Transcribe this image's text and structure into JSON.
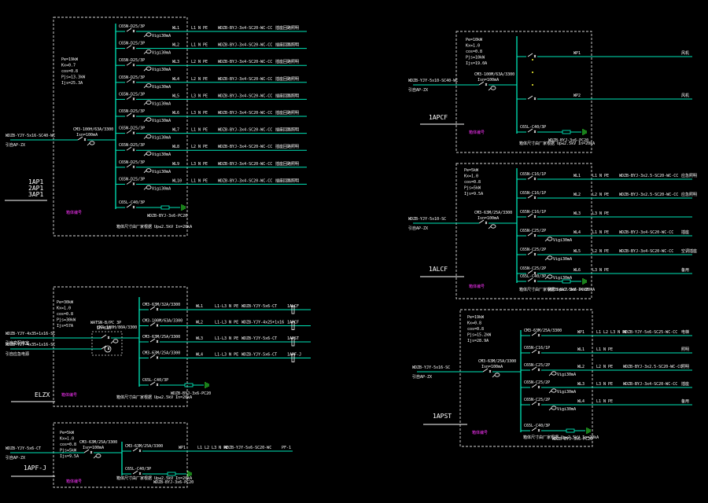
{
  "colors": {
    "background": "#000000",
    "busbar": "#00e6b8",
    "frame": "#d9d9d9",
    "text": "#ffffff",
    "mark": "#ff33ff",
    "ground": "#33ff33",
    "yellow": "#ffff33"
  },
  "panels": [
    {
      "id": "panel-1",
      "label_lines": [
        "1AP1",
        "2AP1",
        "3AP1"
      ],
      "params": [
        "Pe=19kW",
        "Kx=0.7",
        "cos=0.8",
        "Pjs=13.3kW",
        "Ijs=25.3A"
      ],
      "incoming_cable": "WDZB-YJY-5x16-SC40-WC",
      "incoming_sub": "引自AP-ZX",
      "main_breaker": "CM3-100H/63A/3300",
      "main_breaker_sub": "Isn=100mA",
      "tag": "箱体编号",
      "circuits": [
        {
          "breaker": "C65N-D25/3P",
          "rcd": "Vigi30mA",
          "wl": "WL1",
          "phase": "L1 N PE",
          "cable": "WDZB-BYJ-3x4-SC20-WC-CC",
          "load": "插座回路照明"
        },
        {
          "breaker": "C65N-D25/3P",
          "rcd": "Vigi30mA",
          "wl": "WL2",
          "phase": "L1 N PE",
          "cable": "WDZB-BYJ-3x4-SC20-WC-CC",
          "load": "插座回路照明"
        },
        {
          "breaker": "C65N-D25/3P",
          "rcd": "Vigi30mA",
          "wl": "WL3",
          "phase": "L2 N PE",
          "cable": "WDZB-BYJ-3x4-SC20-WC-CC",
          "load": "插座回路照明"
        },
        {
          "breaker": "C65N-D25/3P",
          "rcd": "Vigi30mA",
          "wl": "WL4",
          "phase": "L2 N PE",
          "cable": "WDZB-BYJ-3x4-SC20-WC-CC",
          "load": "插座回路照明"
        },
        {
          "breaker": "C65N-D25/3P",
          "rcd": "Vigi30mA",
          "wl": "WL5",
          "phase": "L3 N PE",
          "cable": "WDZB-BYJ-3x4-SC20-WC-CC",
          "load": "插座回路照明"
        },
        {
          "breaker": "C65N-D25/3P",
          "rcd": "Vigi30mA",
          "wl": "WL6",
          "phase": "L3 N PE",
          "cable": "WDZB-BYJ-3x4-SC20-WC-CC",
          "load": "插座回路照明"
        },
        {
          "breaker": "C65N-D25/3P",
          "rcd": "Vigi30mA",
          "wl": "WL7",
          "phase": "L1 N PE",
          "cable": "WDZB-BYJ-3x4-SC20-WC-CC",
          "load": "插座回路照明"
        },
        {
          "breaker": "C65N-D25/3P",
          "rcd": "Vigi30mA",
          "wl": "WL8",
          "phase": "L2 N PE",
          "cable": "WDZB-BYJ-3x4-SC20-WC-CC",
          "load": "插座回路照明"
        },
        {
          "breaker": "C65N-D25/3P",
          "rcd": "Vigi30mA",
          "wl": "WL9",
          "phase": "L3 N PE",
          "cable": "WDZB-BYJ-3x4-SC20-WC-CC",
          "load": "插座回路照明"
        },
        {
          "breaker": "C65N-D25/3P",
          "rcd": "Vigi30mA",
          "wl": "WL10",
          "phase": "L1 N PE",
          "cable": "WDZB-BYJ-3x4-SC20-WC-CC",
          "load": "插座回路照明"
        }
      ],
      "spd": "C65L-C40/3P",
      "spd_cable": "WDZB-BYJ-3x6-PC20",
      "note": "箱体尺寸由厂家根据 Up≤2.5kV In=20kA"
    },
    {
      "id": "panel-2",
      "label_lines": [
        "1ALCF"
      ],
      "params": [
        "Pe=5kW",
        "Kx=1.0",
        "cos=0.8",
        "Pjs=5kW",
        "Ijs=9.5A"
      ],
      "incoming_cable": "WDZB-YJY-5x10-SC",
      "incoming_sub": "引自AP-ZX",
      "main_breaker": "CM3-63M/25A/3300",
      "main_breaker_sub": "Isn=100mA",
      "tag": "箱体编号",
      "circuits": [
        {
          "breaker": "C65N-C16/1P",
          "rcd": "",
          "wl": "WL1",
          "phase": "L1 N PE",
          "cable": "WDZB-BYJ-3x2.5-SC20-WC-CC",
          "load": "应急照明"
        },
        {
          "breaker": "C65N-C16/1P",
          "rcd": "",
          "wl": "WL2",
          "phase": "L2 N PE",
          "cable": "WDZB-BYJ-3x2.5-SC20-WC-CC",
          "load": "应急照明"
        },
        {
          "breaker": "C65N-C16/1P",
          "rcd": "",
          "wl": "WL3",
          "phase": "L3 N PE",
          "cable": "",
          "load": ""
        },
        {
          "breaker": "C65N-C25/2P",
          "rcd": "Vigi30mA",
          "wl": "WL4",
          "phase": "L1 N PE",
          "cable": "WDZB-BYJ-3x4-SC20-WC-CC",
          "load": "插座"
        },
        {
          "breaker": "C65N-C25/2P",
          "rcd": "Vigi30mA",
          "wl": "WL5",
          "phase": "L2 N PE",
          "cable": "WDZB-BYJ-3x4-SC20-WC-CC",
          "load": "空调插座"
        },
        {
          "breaker": "C65N-C25/2P",
          "rcd": "Vigi30mA",
          "wl": "WL6",
          "phase": "L3 N PE",
          "cable": "",
          "load": "备用"
        }
      ],
      "spd": "C65L-C40/3P",
      "spd_cable": "WDZB-BYJ-3x6-PC20",
      "note": "箱体尺寸由厂家根据 Up≤2.5kV In=20kA"
    },
    {
      "id": "panel-3",
      "label_lines": [
        "1APCF"
      ],
      "params": [
        "Pe=10kW",
        "Kx=1.0",
        "cos=0.8",
        "Pjs=10kW",
        "Ijs=19.0A"
      ],
      "incoming_cable": "WDZB-YJY-5x10-SC40-WC",
      "incoming_sub": "引自AP-ZX",
      "main_breaker": "CM3-100M/63A/3300",
      "main_breaker_sub": "Isn=100mA",
      "tag": "箱体编号",
      "circuits": [
        {
          "breaker": "",
          "rcd": "",
          "wl": "WP1",
          "phase": "",
          "cable": "",
          "load": "风机"
        },
        {
          "breaker": "",
          "rcd": "",
          "wl": "WP2",
          "phase": "",
          "cable": "",
          "load": "风机"
        }
      ],
      "spd": "C65L-C40/3P",
      "spd_cable": "WDZB-BYJ-3x6-PC20",
      "note": "箱体尺寸由厂家根据 Up≤2.5kV In=20kA"
    },
    {
      "id": "panel-4",
      "label_lines": [
        "1APST"
      ],
      "params": [
        "Pe=19kW",
        "Kx=0.8",
        "cos=0.8",
        "Pjs=15.2kW",
        "Ijs=28.9A"
      ],
      "incoming_cable": "WDZB-YJY-5x16-SC",
      "incoming_sub": "引自AP-ZX",
      "main_breaker": "CM3-63M/25A/3300",
      "main_breaker_sub": "Isn=100mA",
      "tag": "箱体编号",
      "circuits": [
        {
          "breaker": "CM3-63M/25A/3300",
          "rcd": "",
          "wl": "WP1",
          "phase": "L1 L2 L3 N PE",
          "cable": "WDZB-YJY-5x6-SC25-WC-CC",
          "load": "电梯"
        },
        {
          "breaker": "C65N-C16/1P",
          "rcd": "",
          "wl": "WL1",
          "phase": "L1 N PE",
          "cable": "",
          "load": "照明"
        },
        {
          "breaker": "C65N-C25/2P",
          "rcd": "Vigi30mA",
          "wl": "WL2",
          "phase": "L2 N PE",
          "cable": "WDZB-BYJ-3x2.5-SC20-WC-CC",
          "load": "照明"
        },
        {
          "breaker": "C65N-C25/2P",
          "rcd": "Vigi30mA",
          "wl": "WL3",
          "phase": "L3 N PE",
          "cable": "WDZB-BYJ-3x4-SC20-WC-CC",
          "load": "插座"
        },
        {
          "breaker": "C65N-C25/2P",
          "rcd": "Vigi30mA",
          "wl": "WL4",
          "phase": "L1 N PE",
          "cable": "",
          "load": "备用"
        }
      ],
      "spd": "C65L-C40/3P",
      "spd_cable": "WDZB-BYJ-3x6-PC20",
      "note": "箱体尺寸由厂家根据 Up≤2.5kV In=20kA"
    },
    {
      "id": "panel-5",
      "label_lines": [
        "ELZX"
      ],
      "params": [
        "Pe=30kW",
        "Kx=1.0",
        "cos=0.8",
        "Pjs=30kW",
        "Ijs=57A"
      ],
      "incoming_cable": "WDZB-YJY-4x35+1x16-SC",
      "incoming_sub": "引自变配电室",
      "incoming_cable_2": "WDZB-YJY-4x35+1x16-SC",
      "incoming_sub_2": "引自应急电源",
      "main_breaker": "CM3-100H/80A/3300",
      "main_breaker_sub": "",
      "ats": "WATSN-B/PC 3P",
      "ats_sub": "In=63A",
      "tag": "箱体编号",
      "circuits": [
        {
          "breaker": "CM3-63M/32A/3300",
          "rcd": "",
          "wl": "WL1",
          "phase": "L1-L3 N PE",
          "cable": "WDZB-YJY-5x6-CT",
          "load": "1ALCF"
        },
        {
          "breaker": "CM3-100M/63A/3300",
          "rcd": "",
          "wl": "WL2",
          "phase": "L1-L3 N PE",
          "cable": "WDZB-YJY-4x25+1x16",
          "load": "1APCF"
        },
        {
          "breaker": "CM3-63M/25A/3300",
          "rcd": "",
          "wl": "WL3",
          "phase": "L1-L3 N PE",
          "cable": "WDZB-YJY-5x6-CT",
          "load": "1APST"
        },
        {
          "breaker": "CM3-63M/25A/3300",
          "rcd": "",
          "wl": "WL4",
          "phase": "L1-L3 N PE",
          "cable": "WDZB-YJY-5x6-CT",
          "load": "1APF-J"
        }
      ],
      "spd": "C65L-C40/3P",
      "spd_cable": "WDZB-BYJ-3x6-PC20",
      "note": "箱体尺寸由厂家根据 Up≤2.5kV In=20kA"
    },
    {
      "id": "panel-6",
      "label_lines": [
        "1APF-J"
      ],
      "params": [
        "Pe=5kW",
        "Kx=1.0",
        "cos=0.8",
        "Pjs=5kW",
        "Ijs=9.5A"
      ],
      "incoming_cable": "WDZB-YJY-5x6-CT",
      "incoming_sub": "引自AP-ZX",
      "main_breaker": "CM3-63M/25A/3300",
      "main_breaker_sub": "Isn=100mA",
      "tag": "箱体编号",
      "circuits": [
        {
          "breaker": "CM3-63M/25A/3300",
          "rcd": "",
          "wl": "WP1",
          "phase": "L1 L2 L3 N PE",
          "cable": "WDZB-YJY-5x6-SC20-WC",
          "load": "PF-1"
        }
      ],
      "spd": "C65L-C40/3P",
      "spd_cable": "WDZB-BYJ-3x6-PC20",
      "note": "箱体尺寸由厂家根据 Up≤2.5kV In=20kA"
    }
  ]
}
